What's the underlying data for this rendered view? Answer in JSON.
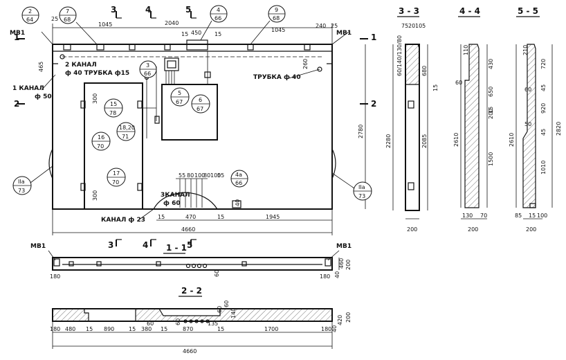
{
  "markers": [
    {
      "top": "2",
      "bottom": "64"
    },
    {
      "top": "7",
      "bottom": "68"
    },
    {
      "top": "4",
      "bottom": "66"
    },
    {
      "top": "9",
      "bottom": "68"
    },
    {
      "top": "3",
      "bottom": "66"
    },
    {
      "top": "5",
      "bottom": "67"
    },
    {
      "top": "6",
      "bottom": "67"
    },
    {
      "top": "15",
      "bottom": "78"
    },
    {
      "top": "16",
      "bottom": "70"
    },
    {
      "top": "18,20",
      "bottom": "71"
    },
    {
      "top": "17",
      "bottom": "70"
    },
    {
      "top": "4a",
      "bottom": "66"
    },
    {
      "top": "IIa",
      "bottom": "73"
    },
    {
      "top": "IIa",
      "bottom": "73"
    }
  ],
  "section_labels": {
    "s1": "1",
    "s2": "2",
    "s3": "3",
    "s4": "4",
    "s5": "5",
    "v33": "3 - 3",
    "v44": "4 - 4",
    "v55": "5 - 5",
    "v11": "1 - 1",
    "v22": "2 - 2"
  },
  "notes": {
    "mb1": "MB1",
    "kanal2": "2 КАНАЛ",
    "trubka15": "ф 40 ТРУБКА ф15",
    "kanal1": "1 КАНАЛ",
    "kanal1_d": "ф 50",
    "trubka40": "ТРУБКА ф 40",
    "kanal3": "3КАНАЛ",
    "kanal3_d": "ф 60",
    "kanal23": "КАНАЛ ф 23"
  },
  "dims": {
    "top": [
      "25",
      "240",
      "1045",
      "2040",
      "15",
      "450",
      "15",
      "1045",
      "240",
      "25"
    ],
    "left": [
      "465"
    ],
    "right": [
      "2780",
      "260"
    ],
    "inner": [
      "300",
      "300"
    ],
    "bottom_row": [
      "15",
      "470",
      "15",
      "1945"
    ],
    "bottom_total": "4660",
    "channel_row": [
      "55",
      "80",
      "100",
      "80",
      "100",
      "55",
      "40"
    ],
    "s33": [
      "75",
      "20",
      "105",
      "60",
      "140",
      "130",
      "80",
      "680",
      "15",
      "2280",
      "2085",
      "200"
    ],
    "s44": [
      "110",
      "430",
      "60",
      "650",
      "15",
      "200",
      "2610",
      "1500",
      "130",
      "70",
      "200"
    ],
    "s55": [
      "210",
      "720",
      "60",
      "45",
      "920",
      "45",
      "50",
      "2610",
      "2820",
      "1010",
      "85",
      "15",
      "100",
      "200"
    ],
    "s11": [
      "180",
      "200",
      "460",
      "40",
      "60",
      "180"
    ],
    "s22": [
      "180",
      "480",
      "15",
      "890",
      "15",
      "380",
      "15",
      "870",
      "15",
      "1700",
      "180",
      "60",
      "60",
      "135",
      "60",
      "60",
      "140",
      "420",
      "200",
      "40",
      "4660"
    ]
  }
}
